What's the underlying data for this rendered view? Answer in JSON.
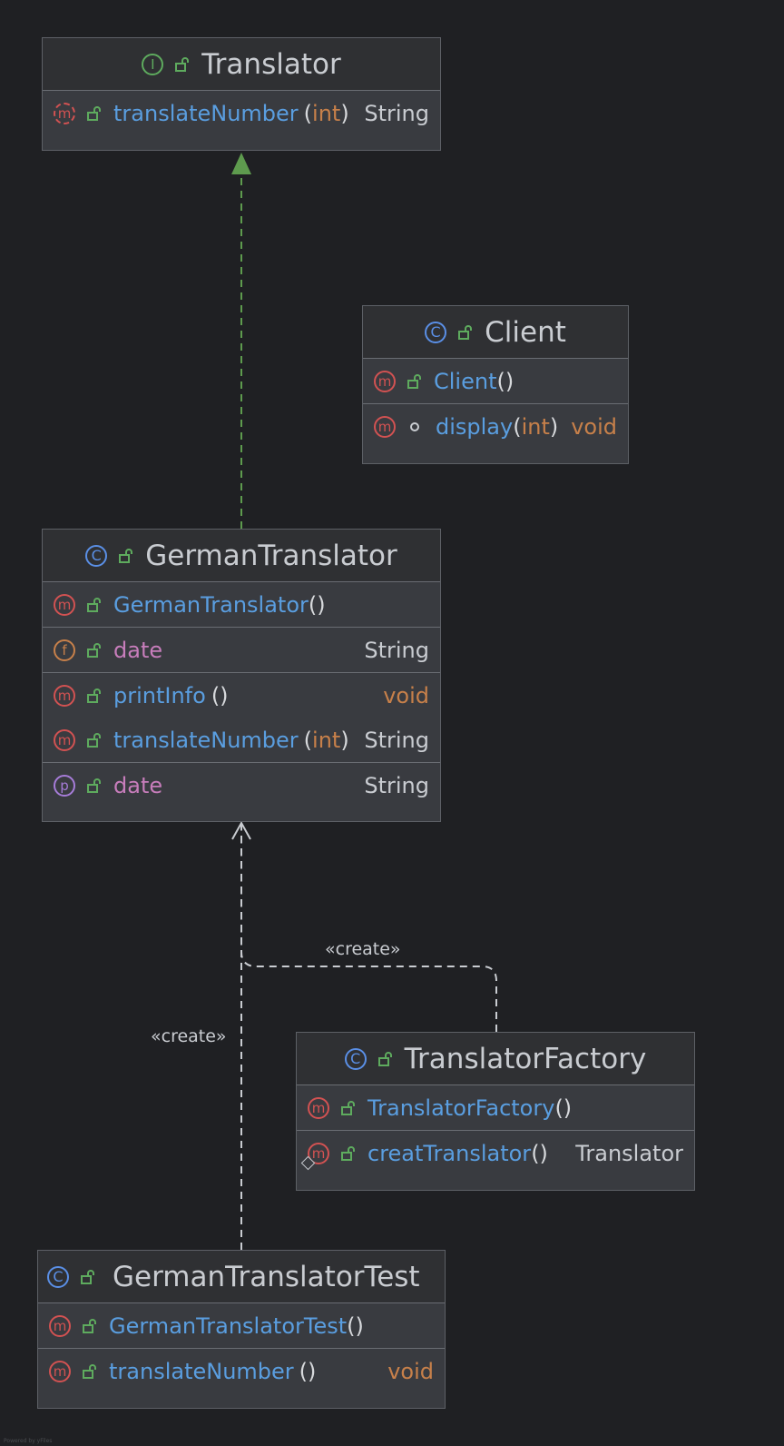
{
  "classes": {
    "translator": {
      "name": "Translator",
      "kind_icon": "interface-icon",
      "members": [
        {
          "name": "translateNumber",
          "params": "int",
          "type": "String"
        }
      ]
    },
    "client": {
      "name": "Client",
      "kind_icon": "class-icon",
      "members": [
        {
          "name": "Client",
          "params": ""
        },
        {
          "name": "display",
          "params": "int",
          "type": "void"
        }
      ]
    },
    "german": {
      "name": "GermanTranslator",
      "kind_icon": "class-icon",
      "members": [
        {
          "name": "GermanTranslator",
          "params": ""
        },
        {
          "name": "date",
          "type": "String"
        },
        {
          "name": "printInfo",
          "params": "",
          "type": "void"
        },
        {
          "name": "translateNumber",
          "params": "int",
          "type": "String"
        },
        {
          "name": "date",
          "type": "String"
        }
      ]
    },
    "factory": {
      "name": "TranslatorFactory",
      "kind_icon": "class-icon",
      "members": [
        {
          "name": "TranslatorFactory",
          "params": ""
        },
        {
          "name": "creatTranslator",
          "params": "",
          "type": "Translator"
        }
      ]
    },
    "test": {
      "name": "GermanTranslatorTest",
      "kind_icon": "test-class-icon",
      "members": [
        {
          "name": "GermanTranslatorTest",
          "params": ""
        },
        {
          "name": "translateNumber",
          "params": "",
          "type": "void"
        }
      ]
    }
  },
  "edges": {
    "create_label_factory": "«create»",
    "create_label_test": "«create»"
  },
  "badges": {
    "m": "m",
    "f": "f",
    "p": "p",
    "c": "C",
    "i": "I"
  },
  "parens": {
    "open": "(",
    "close": ")",
    "empty": "()"
  },
  "credit": "Powered by yFiles",
  "colors": {
    "background": "#1f2023",
    "node": "#393b40",
    "header": "#2f3033",
    "method": "#5a9ee0",
    "field": "#c77dbb",
    "type_keyword": "#c7804a",
    "realization_edge": "#5e9b4e",
    "dependency_edge": "#c9ccd1"
  }
}
